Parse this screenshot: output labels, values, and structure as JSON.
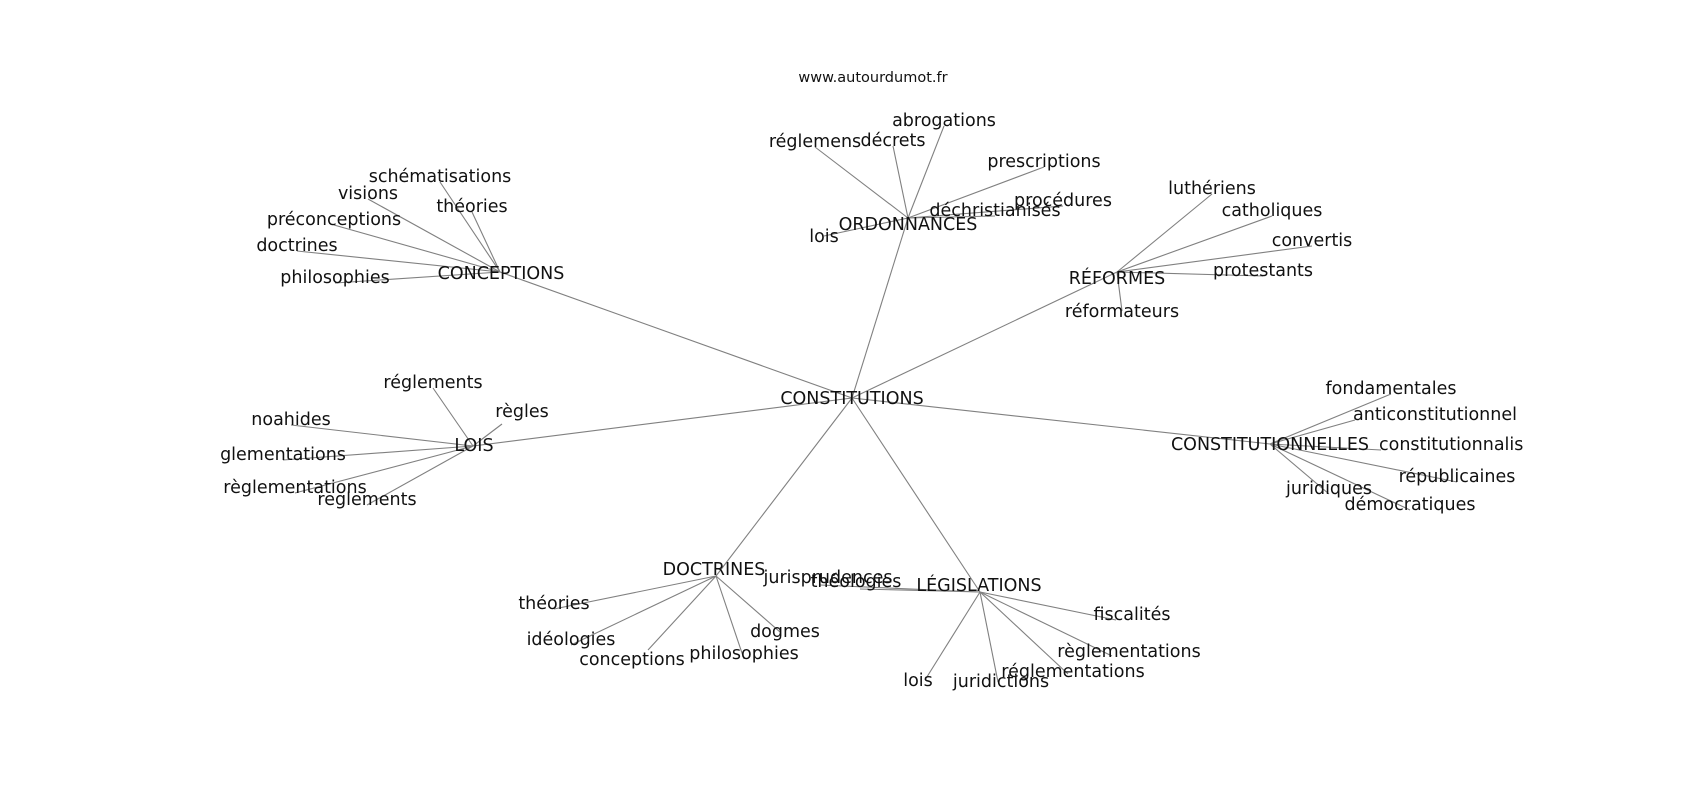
{
  "watermark": "www.autourdumot.fr",
  "colors": {
    "edge": "#808080",
    "text": "#111111",
    "background": "#ffffff"
  },
  "center": {
    "label": "CONSTITUTIONS"
  },
  "clusters": [
    {
      "id": "ordonnances",
      "label": "ORDONNANCES",
      "words": [
        "abrogations",
        "décrets",
        "réglemens",
        "prescriptions",
        "procédures",
        "déchristianisés",
        "lois"
      ]
    },
    {
      "id": "conceptions",
      "label": "CONCEPTIONS",
      "words": [
        "schématisations",
        "visions",
        "théories",
        "préconceptions",
        "doctrines",
        "philosophies"
      ]
    },
    {
      "id": "reformes",
      "label": "RÉFORMES",
      "words": [
        "luthériens",
        "catholiques",
        "convertis",
        "protestants",
        "réformateurs"
      ]
    },
    {
      "id": "lois",
      "label": "LOIS",
      "words": [
        "réglements",
        "règles",
        "noahides",
        "glementations",
        "règlementations",
        "reglements"
      ]
    },
    {
      "id": "constitutionnelles",
      "label": "CONSTITUTIONNELLES",
      "words": [
        "fondamentales",
        "anticonstitutionnel",
        "constitutionnalis",
        "républicaines",
        "juridiques",
        "démocratiques"
      ]
    },
    {
      "id": "doctrines",
      "label": "DOCTRINES",
      "words": [
        "théories",
        "idéologies",
        "conceptions",
        "philosophies",
        "dogmes"
      ]
    },
    {
      "id": "legislations",
      "label": "LÉGISLATIONS",
      "words": [
        "jurisprudences",
        "théologies",
        "fiscalités",
        "règlementations",
        "réglementations",
        "juridictions",
        "lois"
      ]
    }
  ]
}
